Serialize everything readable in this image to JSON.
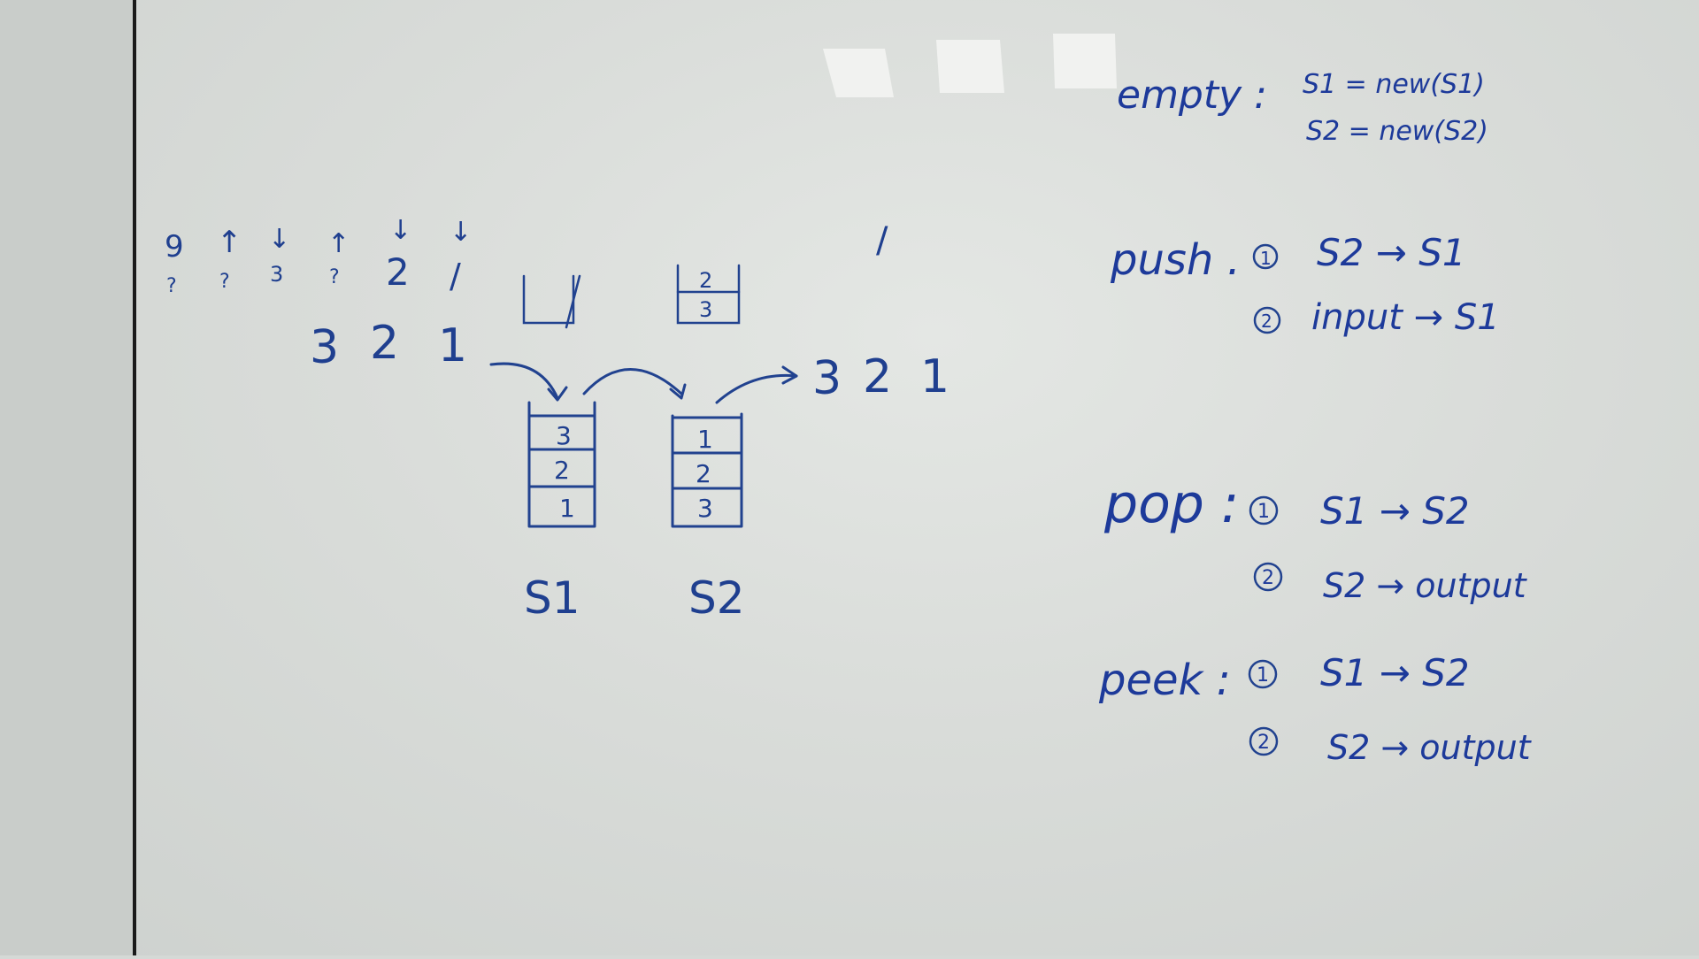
{
  "colors": {
    "ink": "#1f3f8f",
    "board": "#dfe2df",
    "frame_edge": "#1a1a1a"
  },
  "top_sequence": [
    "9",
    "↑",
    "↓",
    "↑",
    "↓",
    "↓"
  ],
  "top_sequence_values": [
    "?",
    "?",
    "3",
    "?",
    "2",
    "/"
  ],
  "input_values": [
    "3",
    "2",
    "1"
  ],
  "output_values": [
    "3",
    "2",
    "1"
  ],
  "lone_mark": "/",
  "small_stack_s2": [
    "2",
    "3"
  ],
  "stack_s1": {
    "label": "S1",
    "cells": [
      "3",
      "2",
      "1"
    ]
  },
  "stack_s2": {
    "label": "S2",
    "cells": [
      "1",
      "2",
      "3"
    ]
  },
  "notes": {
    "empty_label": "empty :",
    "empty_line1": "S1 = new(S1)",
    "empty_line2": "S2 = new(S2)",
    "push_label": "push .",
    "push_step1_num": "1",
    "push_step1": "S2 → S1",
    "push_step2_num": "2",
    "push_step2": "input → S1",
    "pop_label": "pop :",
    "pop_step1_num": "1",
    "pop_step1": "S1 → S2",
    "pop_step2_num": "2",
    "pop_step2": "S2 → output",
    "peek_label": "peek :",
    "peek_step1_num": "1",
    "peek_step1": "S1 → S2",
    "peek_step2_num": "2",
    "peek_step2": "S2 → output"
  }
}
